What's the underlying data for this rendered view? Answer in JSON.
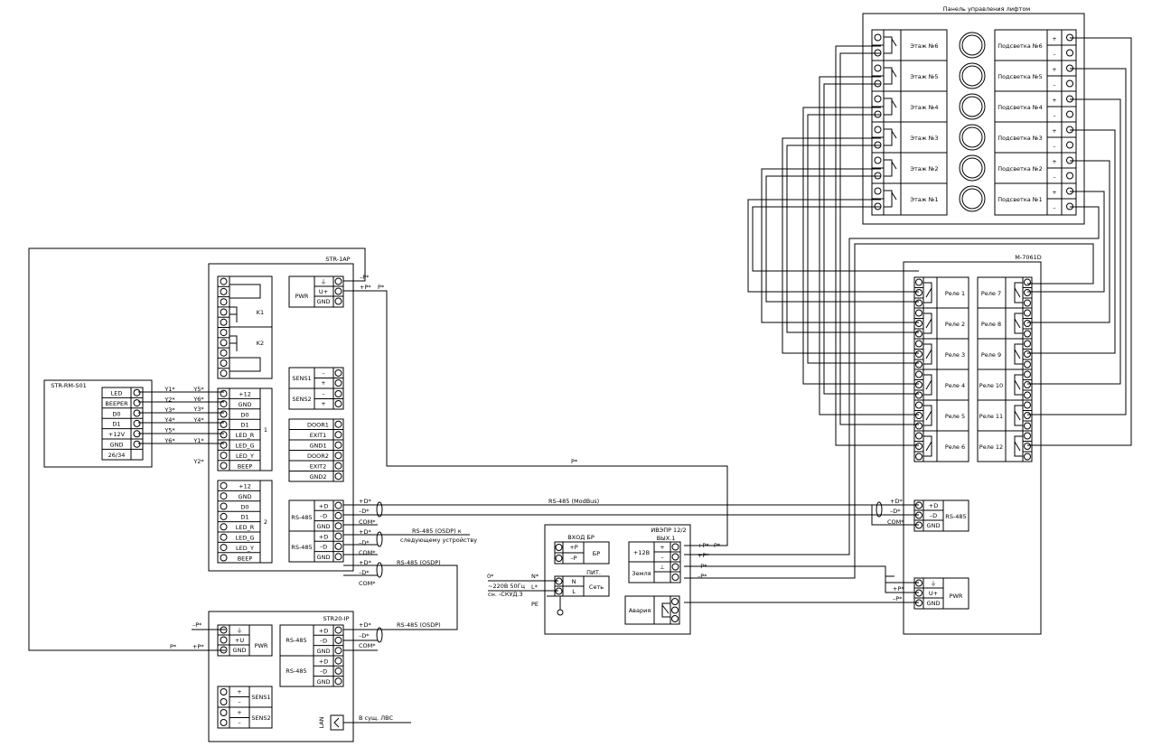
{
  "panel": {
    "title": "Панель управления лифтом",
    "floors": [
      "Этаж №6",
      "Этаж №5",
      "Этаж №4",
      "Этаж №3",
      "Этаж №2",
      "Этаж №1"
    ],
    "lights": [
      "Подсветка №6",
      "Подсветка №5",
      "Подсветка №4",
      "Подсветка №3",
      "Подсветка №2",
      "Подсветка №1"
    ],
    "plus": "+",
    "minus": "–"
  },
  "str1ap": {
    "title": "STR-1AP",
    "pwr_label": "PWR",
    "pwr_pins": [
      "⏚",
      "U+",
      "GND"
    ],
    "k1": "K1",
    "k2": "K2",
    "sens1": "SENS1",
    "sens2": "SENS2",
    "sens_pins": [
      "–",
      "+",
      "–",
      "+"
    ],
    "port1_label": "1",
    "port1_pins": [
      "+12",
      "GND",
      "D0",
      "D1",
      "LED_R",
      "LED_G",
      "LED_Y",
      "BEEP"
    ],
    "port2_label": "2",
    "port2_pins": [
      "+12",
      "GND",
      "D0",
      "D1",
      "LED_R",
      "LED_G",
      "LED_Y",
      "BEEP"
    ],
    "door_pins": [
      "DOOR1",
      "EXIT1",
      "GND1",
      "DOOR2",
      "EXIT2",
      "GND2"
    ],
    "rs485_label": "RS-485",
    "rs485_pins": [
      "+D",
      "–D",
      "GND"
    ]
  },
  "reader": {
    "title": "STR-RM-S01",
    "pins": [
      "LED",
      "BEEPER",
      "D0",
      "D1",
      "+12V",
      "GND",
      "26/34"
    ],
    "wires": [
      "Y1*",
      "Y2*",
      "Y3*",
      "Y4*",
      "Y5*",
      "Y6*"
    ],
    "port_in": [
      "Y5*",
      "Y6*",
      "Y3*",
      "Y4*",
      "Y1*",
      "Y2*"
    ]
  },
  "str20": {
    "title": "STR20-IP",
    "pwr_label": "PWR",
    "pwr_pins": [
      "⏚",
      "+U",
      "GND"
    ],
    "rs485_label": "RS-485",
    "rs485_pins": [
      "+D",
      "–D",
      "GND"
    ],
    "sens1": "SENS1",
    "sens2": "SENS2",
    "sens_pins": [
      "+",
      "–",
      "+",
      "–"
    ],
    "lan_label": "LAN",
    "lan_text": "В сущ. ЛВС"
  },
  "psu": {
    "title": "ИВЭПР 12/2",
    "input_title": "ВХОД БР",
    "input_pins": [
      "+P",
      "–P"
    ],
    "input_box": "БР",
    "power_title": "ПИТ.",
    "power_pins": [
      "N",
      "L"
    ],
    "power_box": "Сеть",
    "out_title": "ВЫХ.1",
    "out_12v": "+12В",
    "out_pins": [
      "+",
      "–",
      "⊥"
    ],
    "ground": "Земля",
    "alarm": "Авария"
  },
  "module": {
    "title": "M-7061D",
    "relays_left": [
      "Реле 1",
      "Реле 2",
      "Реле 3",
      "Реле 4",
      "Реле 5",
      "Реле 6"
    ],
    "relays_right": [
      "Реле 7",
      "Реле 8",
      "Реле 9",
      "Реле 10",
      "Реле 11",
      "Реле 12"
    ],
    "rs485_label": "RS-485",
    "rs485_pins": [
      "+D",
      "–D",
      "GND"
    ],
    "pwr_label": "PWR",
    "pwr_pins": [
      "⏚",
      "U+",
      "GND"
    ]
  },
  "labels": {
    "p_plus": "+P*",
    "p_minus": "–P*",
    "p_star": "P*",
    "d_plus": "+D*",
    "d_minus": "–D*",
    "com": "COM*",
    "rs485_modbus": "RS-485 (ModBus)",
    "rs485_osdp_next_1": "RS-485 (OSDP) к",
    "rs485_osdp_next_2": "следующему устройству",
    "rs485_osdp": "RS-485 (OSDP)",
    "mains_0": "0*",
    "mains_n": "N*",
    "mains_l": "L*",
    "mains_1": "~220В 50Гц",
    "mains_2": "сн. -СКУД.3",
    "pe": "PE"
  }
}
